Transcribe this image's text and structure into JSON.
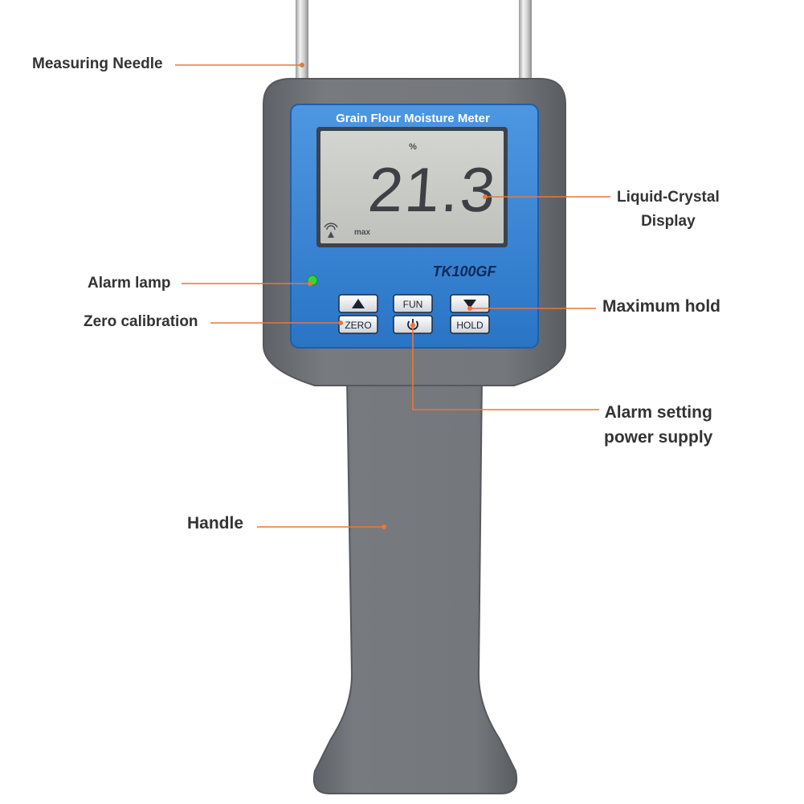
{
  "device": {
    "brand_title": "Grain Flour Moisture Meter",
    "model": "TK100GF",
    "display": {
      "reading": "21.3",
      "unit": "%",
      "indicator": "max"
    },
    "buttons": {
      "zero_label": "ZERO",
      "fun_label": "FUN",
      "hold_label": "HOLD"
    },
    "colors": {
      "body": "#707377",
      "face": "#2f7fd3",
      "lcd": "#c9ccc6",
      "callout_line": "#e8773a",
      "alarm_lamp": "#30d040"
    }
  },
  "callouts": {
    "measuring_needle": "Measuring Needle",
    "lcd_line1": "Liquid-Crystal",
    "lcd_line2": "Display",
    "alarm_lamp": "Alarm lamp",
    "zero_calibration": "Zero calibration",
    "maximum_hold": "Maximum hold",
    "alarm_setting_line1": "Alarm setting",
    "alarm_setting_line2": "power supply",
    "handle": "Handle"
  }
}
